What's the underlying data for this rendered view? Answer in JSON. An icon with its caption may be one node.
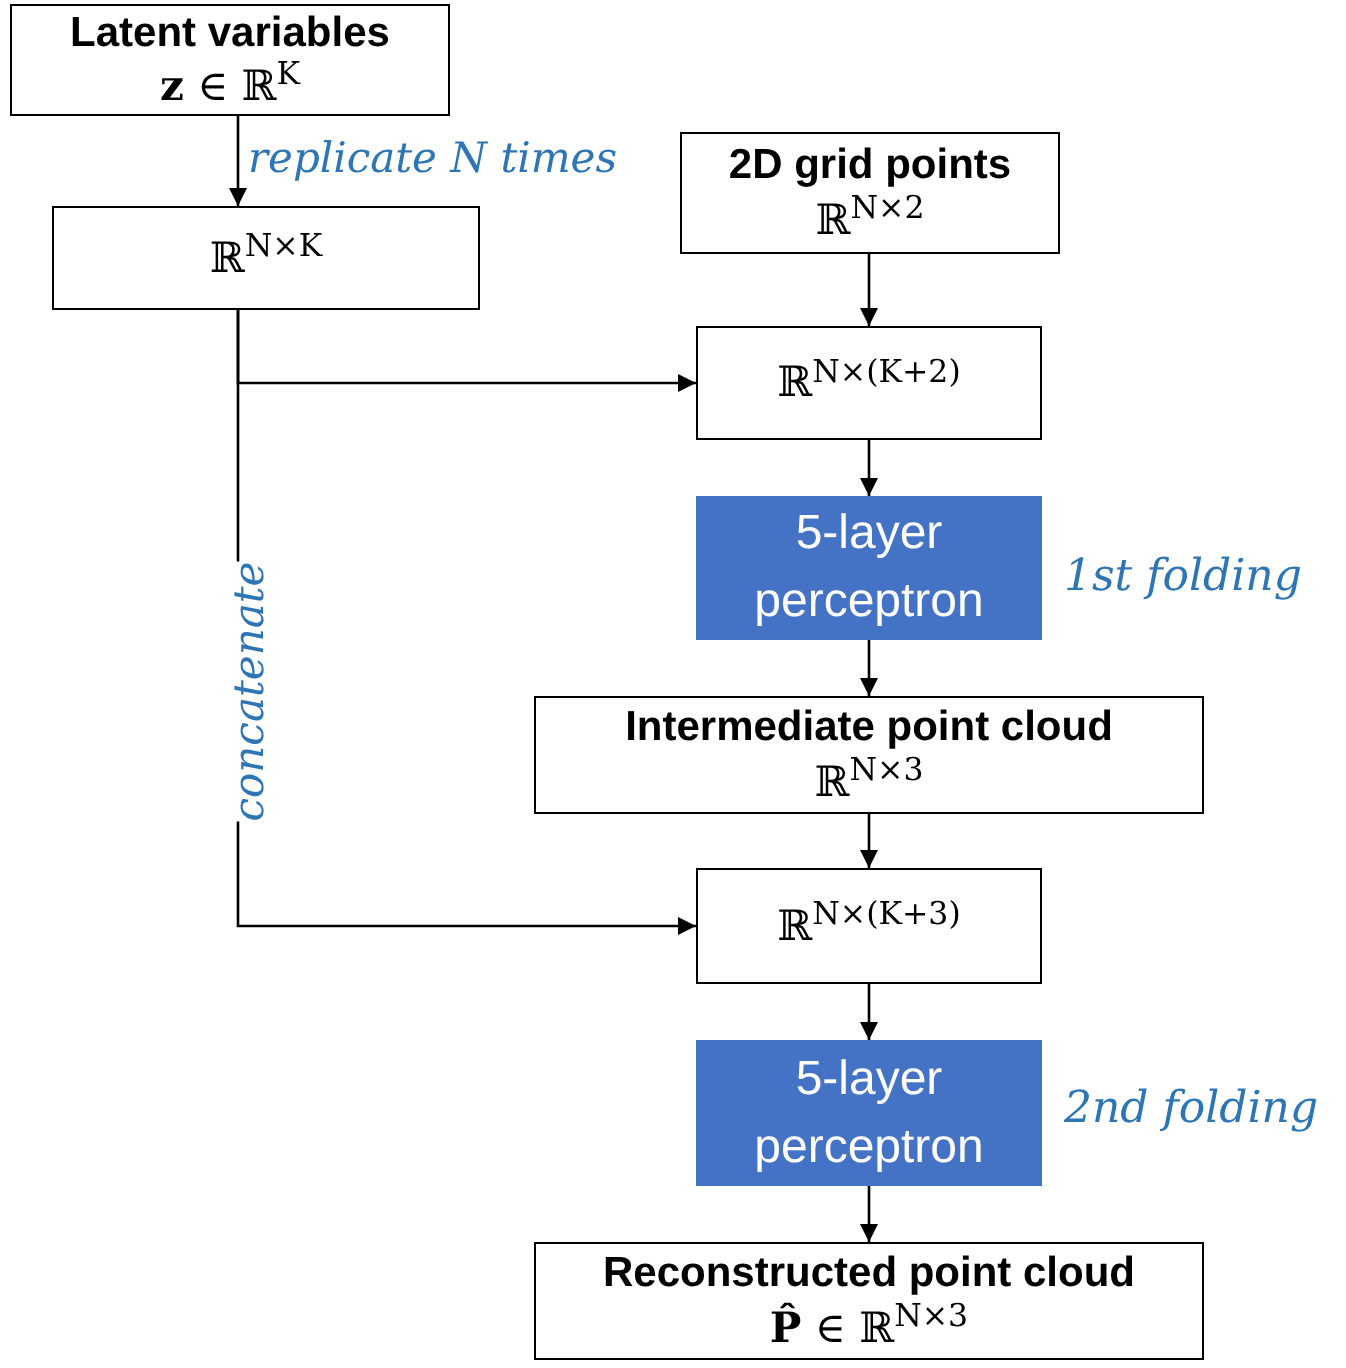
{
  "diagram": {
    "nodes": [
      {
        "text": [
          "Latent variables",
          "**z** ∈ ℝ$^{K}$"
        ]
      },
      {
        "text": [
          "ℝ$^{N×K}$"
        ]
      },
      {
        "text": [
          "2D grid points",
          "ℝ$^{N×2}$"
        ]
      },
      {
        "text": [
          "ℝ$^{N×(K+2)}$"
        ]
      },
      {
        "text": [
          "5-layer perceptron"
        ],
        "beside": [
          "1st folding"
        ]
      },
      {
        "text": [
          "Intermediate point cloud",
          "ℝ$^{N×3}$"
        ]
      },
      {
        "text": [
          "ℝ$^{N×(K+3)}$"
        ]
      },
      {
        "text": [
          "5-layer perceptron"
        ],
        "beside": [
          "2nd folding"
        ]
      },
      {
        "text": [
          "Reconstructed point cloud",
          "**P̂** ∈ ℝ$^{N×3}$"
        ]
      }
    ],
    "edges": [
      {
        "from": 0,
        "to": 1,
        "arrow": "to",
        "label": "replicate N times"
      },
      {
        "from": 2,
        "to": 3,
        "arrow": "to"
      },
      {
        "from": 1,
        "to": 3,
        "arrow": "to"
      },
      {
        "from": 3,
        "to": 4,
        "arrow": "to"
      },
      {
        "from": 4,
        "to": 5,
        "arrow": "to"
      },
      {
        "from": 5,
        "to": 6,
        "arrow": "to"
      },
      {
        "from": 1,
        "to": 6,
        "arrow": "to",
        "label": "concatenate"
      },
      {
        "from": 6,
        "to": 7,
        "arrow": "to"
      },
      {
        "from": 7,
        "to": 8,
        "arrow": "to"
      }
    ]
  }
}
